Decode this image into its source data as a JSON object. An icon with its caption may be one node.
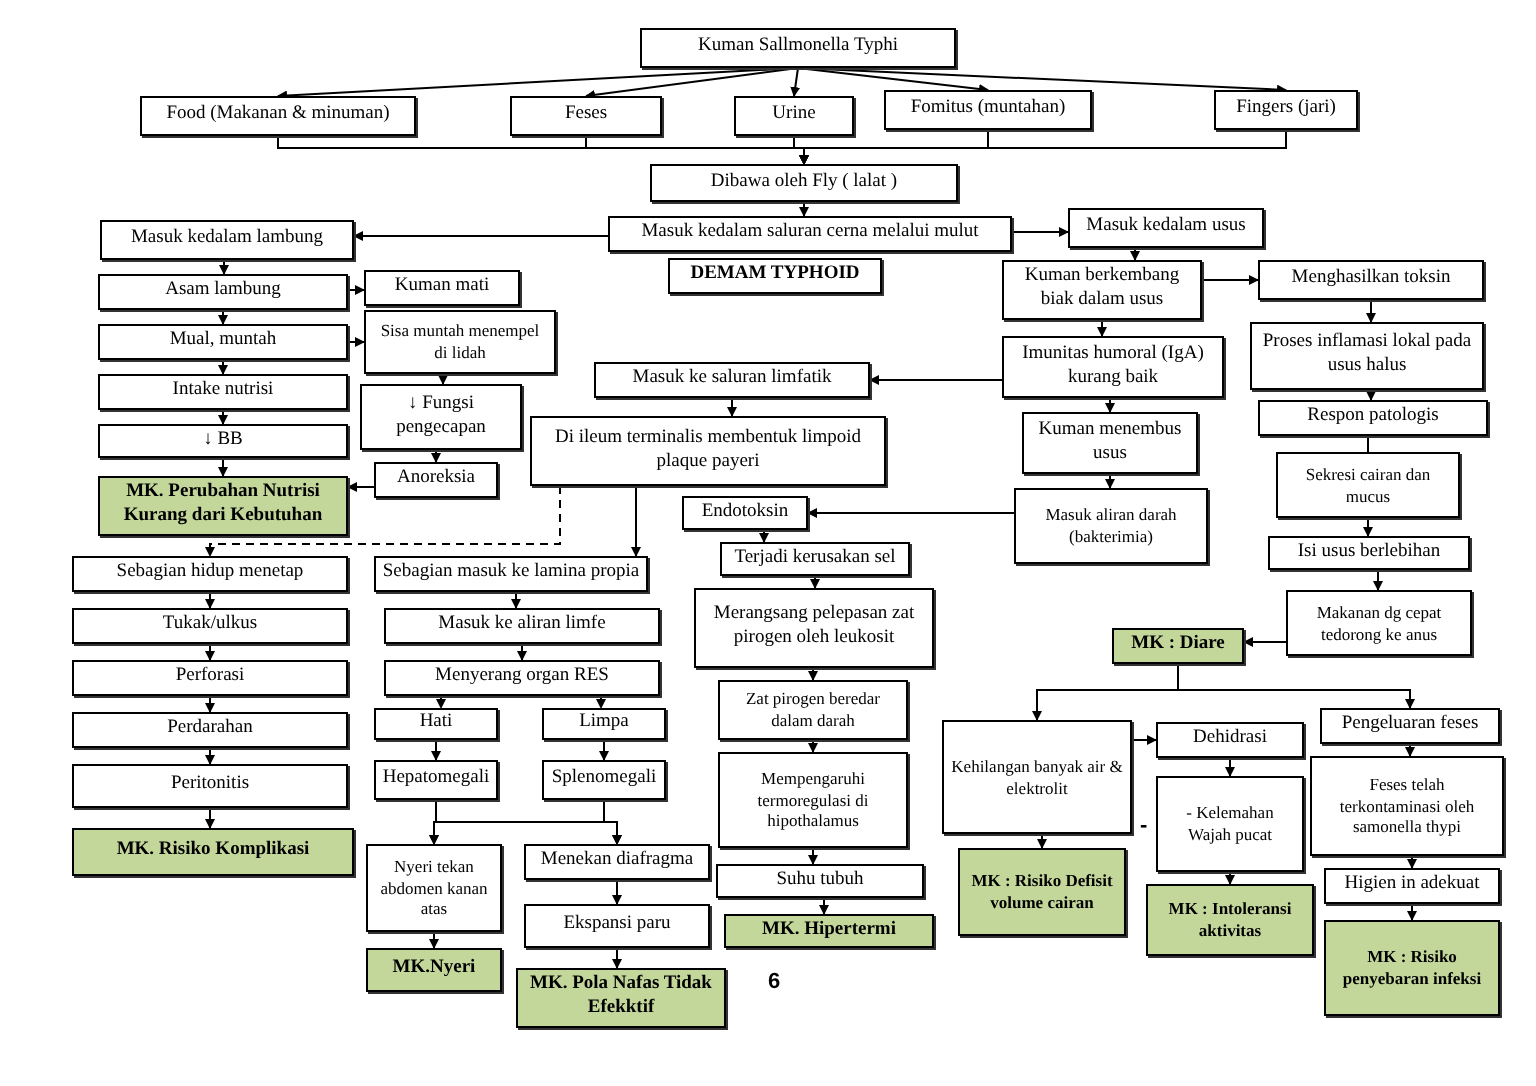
{
  "diagram": {
    "nodes": [
      {
        "text": [
          "Kuman Sallmonella Typhi"
        ]
      },
      {
        "text": [
          "Food (Makanan & minuman)"
        ]
      },
      {
        "text": [
          "Feses"
        ]
      },
      {
        "text": [
          "Urine"
        ]
      },
      {
        "text": [
          "Fomitus (muntahan)"
        ]
      },
      {
        "text": [
          "Fingers (jari)"
        ]
      },
      {
        "text": [
          "Dibawa oleh Fly ( lalat )"
        ]
      },
      {
        "text": [
          "Masuk kedalam saluran cerna melalui mulut"
        ]
      },
      {
        "text": [
          "Masuk kedalam usus"
        ]
      },
      {
        "text": [
          "Masuk kedalam lambung"
        ]
      },
      {
        "text": [
          "DEMAM TYPHOID"
        ]
      },
      {
        "text": [
          "Asam lambung"
        ]
      },
      {
        "text": [
          "Kuman mati"
        ]
      },
      {
        "text": [
          "Mual, muntah"
        ]
      },
      {
        "text": [
          "Sisa muntah menempel di lidah"
        ]
      },
      {
        "text": [
          "Intake nutrisi"
        ]
      },
      {
        "text": [
          "↓ Fungsi pengecapan"
        ]
      },
      {
        "text": [
          "↓ BB"
        ]
      },
      {
        "text": [
          "Anoreksia"
        ]
      },
      {
        "text": [
          "MK. Perubahan Nutrisi Kurang dari Kebutuhan"
        ]
      },
      {
        "text": [
          "Masuk ke saluran limfatik"
        ]
      },
      {
        "text": [
          "Di ileum terminalis membentuk limpoid plaque payeri"
        ]
      },
      {
        "text": [
          "Kuman berkembang biak dalam usus"
        ]
      },
      {
        "text": [
          "Menghasilkan toksin"
        ]
      },
      {
        "text": [
          "Imunitas humoral (IgA) kurang baik"
        ]
      },
      {
        "text": [
          "Proses inflamasi lokal pada usus halus"
        ]
      },
      {
        "text": [
          "Kuman menembus usus"
        ]
      },
      {
        "text": [
          "Respon patologis"
        ]
      },
      {
        "text": [
          "Endotoksin"
        ]
      },
      {
        "text": [
          "Masuk aliran darah (bakterimia)"
        ]
      },
      {
        "text": [
          "Sekresi cairan dan mucus"
        ]
      },
      {
        "text": [
          "Terjadi kerusakan sel"
        ]
      },
      {
        "text": [
          "Isi usus berlebihan"
        ]
      },
      {
        "text": [
          "Merangsang pelepasan zat pirogen oleh leukosit"
        ]
      },
      {
        "text": [
          "Makanan dg cepat tedorong ke anus"
        ]
      },
      {
        "text": [
          "MK : Diare"
        ]
      },
      {
        "text": [
          "Zat pirogen beredar dalam darah"
        ]
      },
      {
        "text": [
          "Mempengaruhi termoregulasi di hipothalamus"
        ]
      },
      {
        "text": [
          "Suhu tubuh"
        ]
      },
      {
        "text": [
          "MK. Hipertermi"
        ]
      },
      {
        "text": [
          "Kehilangan banyak air & elektrolit"
        ]
      },
      {
        "text": [
          "Dehidrasi"
        ]
      },
      {
        "text": [
          "- Kelemahan Wajah pucat"
        ]
      },
      {
        "text": [
          "MK : Risiko Defisit volume cairan"
        ]
      },
      {
        "text": [
          "MK : Intoleransi aktivitas"
        ]
      },
      {
        "text": [
          "Pengeluaran feses"
        ]
      },
      {
        "text": [
          "Feses telah terkontaminasi oleh samonella thypi"
        ]
      },
      {
        "text": [
          "Higien in adekuat"
        ]
      },
      {
        "text": [
          "MK : Risiko penyebaran infeksi"
        ]
      },
      {
        "text": [
          "Sebagian hidup menetap"
        ]
      },
      {
        "text": [
          "Sebagian masuk ke lamina propia"
        ]
      },
      {
        "text": [
          "Tukak/ulkus"
        ]
      },
      {
        "text": [
          "Masuk ke aliran limfe"
        ]
      },
      {
        "text": [
          "Perforasi"
        ]
      },
      {
        "text": [
          "Menyerang organ RES"
        ]
      },
      {
        "text": [
          "Perdarahan"
        ]
      },
      {
        "text": [
          "Hati"
        ]
      },
      {
        "text": [
          "Limpa"
        ]
      },
      {
        "text": [
          "Peritonitis"
        ]
      },
      {
        "text": [
          "Hepatomegali"
        ]
      },
      {
        "text": [
          "Splenomegali"
        ]
      },
      {
        "text": [
          "MK. Risiko Komplikasi"
        ]
      },
      {
        "text": [
          "Nyeri tekan abdomen kanan atas"
        ]
      },
      {
        "text": [
          "Menekan diafragma"
        ]
      },
      {
        "text": [
          "Ekspansi paru"
        ]
      },
      {
        "text": [
          "MK.Nyeri"
        ]
      },
      {
        "text": [
          "MK. Pola Nafas Tidak Efekktif"
        ]
      }
    ],
    "edges": [
      {
        "from": 0,
        "to": 1,
        "arrow": "to"
      },
      {
        "from": 0,
        "to": 2,
        "arrow": "to"
      },
      {
        "from": 0,
        "to": 3,
        "arrow": "to"
      },
      {
        "from": 0,
        "to": 4,
        "arrow": "to"
      },
      {
        "from": 0,
        "to": 5,
        "arrow": "to"
      },
      {
        "from": 1,
        "to": 6,
        "arrow": "to"
      },
      {
        "from": 2,
        "to": 6,
        "arrow": "to"
      },
      {
        "from": 3,
        "to": 6,
        "arrow": "to"
      },
      {
        "from": 4,
        "to": 6,
        "arrow": "to"
      },
      {
        "from": 5,
        "to": 6,
        "arrow": "to"
      },
      {
        "from": 6,
        "to": 7,
        "arrow": "to"
      },
      {
        "from": 7,
        "to": 9,
        "arrow": "to"
      },
      {
        "from": 7,
        "to": 8,
        "arrow": "to"
      },
      {
        "from": 9,
        "to": 11,
        "arrow": "to"
      },
      {
        "from": 11,
        "to": 12,
        "arrow": "to"
      },
      {
        "from": 11,
        "to": 13,
        "arrow": "to"
      },
      {
        "from": 13,
        "to": 14,
        "arrow": "to"
      },
      {
        "from": 13,
        "to": 15,
        "arrow": "to"
      },
      {
        "from": 14,
        "to": 16,
        "arrow": "to"
      },
      {
        "from": 15,
        "to": 17,
        "arrow": "to"
      },
      {
        "from": 16,
        "to": 18,
        "arrow": "to"
      },
      {
        "from": 17,
        "to": 19,
        "arrow": "to"
      },
      {
        "from": 18,
        "to": 19,
        "arrow": "to"
      },
      {
        "from": 8,
        "to": 22,
        "arrow": "to"
      },
      {
        "from": 22,
        "to": 23,
        "arrow": "to"
      },
      {
        "from": 22,
        "to": 24,
        "arrow": "to"
      },
      {
        "from": 23,
        "to": 25,
        "arrow": "to"
      },
      {
        "from": 25,
        "to": 27,
        "arrow": "to"
      },
      {
        "from": 24,
        "to": 20,
        "arrow": "to"
      },
      {
        "from": 20,
        "to": 21,
        "arrow": "to"
      },
      {
        "from": 24,
        "to": 26,
        "arrow": "to"
      },
      {
        "from": 26,
        "to": 29,
        "arrow": "to"
      },
      {
        "from": 29,
        "to": 28,
        "arrow": "to"
      },
      {
        "from": 27,
        "to": 30,
        "arrow": "none"
      },
      {
        "from": 30,
        "to": 32,
        "arrow": "to"
      },
      {
        "from": 32,
        "to": 34,
        "arrow": "to"
      },
      {
        "from": 34,
        "to": 35,
        "arrow": "to"
      },
      {
        "from": 35,
        "to": 40,
        "arrow": "to"
      },
      {
        "from": 35,
        "to": 45,
        "arrow": "to"
      },
      {
        "from": 28,
        "to": 31,
        "arrow": "to"
      },
      {
        "from": 31,
        "to": 33,
        "arrow": "to"
      },
      {
        "from": 33,
        "to": 36,
        "arrow": "to"
      },
      {
        "from": 36,
        "to": 37,
        "arrow": "to"
      },
      {
        "from": 37,
        "to": 38,
        "arrow": "to"
      },
      {
        "from": 38,
        "to": 39,
        "arrow": "to"
      },
      {
        "from": 40,
        "to": 41,
        "arrow": "to"
      },
      {
        "from": 41,
        "to": 42,
        "arrow": "to"
      },
      {
        "from": 40,
        "to": 43,
        "arrow": "to"
      },
      {
        "from": 42,
        "to": 44,
        "arrow": "to"
      },
      {
        "from": 45,
        "to": 46,
        "arrow": "to"
      },
      {
        "from": 46,
        "to": 47,
        "arrow": "to"
      },
      {
        "from": 47,
        "to": 48,
        "arrow": "to"
      },
      {
        "from": 21,
        "to": 49,
        "arrow": "to",
        "style": "dashed"
      },
      {
        "from": 21,
        "to": 50,
        "arrow": "to"
      },
      {
        "from": 49,
        "to": 51,
        "arrow": "to"
      },
      {
        "from": 51,
        "to": 53,
        "arrow": "to"
      },
      {
        "from": 53,
        "to": 55,
        "arrow": "to"
      },
      {
        "from": 55,
        "to": 58,
        "arrow": "to"
      },
      {
        "from": 58,
        "to": 61,
        "arrow": "to"
      },
      {
        "from": 50,
        "to": 52,
        "arrow": "to"
      },
      {
        "from": 52,
        "to": 54,
        "arrow": "to"
      },
      {
        "from": 54,
        "to": 56,
        "arrow": "to",
        "style": "dashed"
      },
      {
        "from": 54,
        "to": 57,
        "arrow": "to",
        "style": "dashed"
      },
      {
        "from": 56,
        "to": 59,
        "arrow": "to"
      },
      {
        "from": 57,
        "to": 60,
        "arrow": "to"
      },
      {
        "from": 59,
        "to": 62,
        "arrow": "to"
      },
      {
        "from": 59,
        "to": 63,
        "arrow": "to"
      },
      {
        "from": 60,
        "to": 62,
        "arrow": "to"
      },
      {
        "from": 60,
        "to": 63,
        "arrow": "to"
      },
      {
        "from": 62,
        "to": 65,
        "arrow": "to"
      },
      {
        "from": 63,
        "to": 64,
        "arrow": "to"
      },
      {
        "from": 64,
        "to": 66,
        "arrow": "to"
      }
    ],
    "labels": [
      "-",
      "6"
    ]
  }
}
